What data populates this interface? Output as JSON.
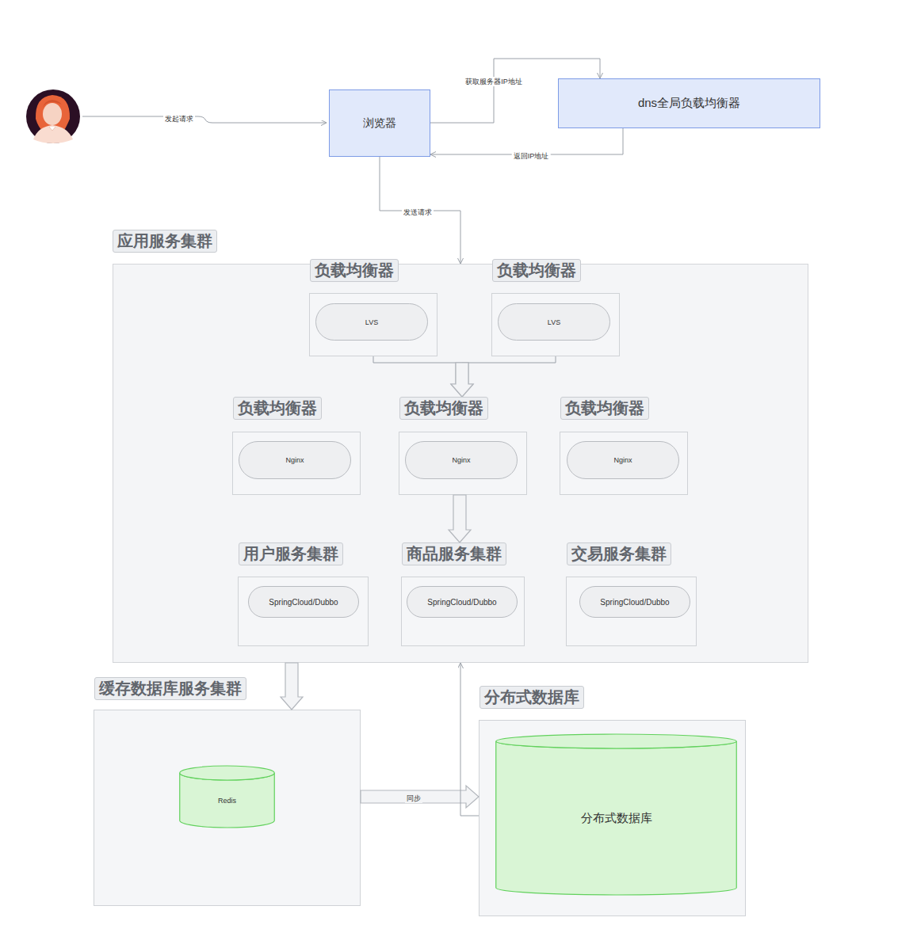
{
  "diagram": {
    "nodes": [
      {
        "text": [
          "浏览器"
        ]
      },
      {
        "text": [
          "dns全局负载均衡器"
        ]
      },
      {
        "text": [
          "应用服务集群"
        ]
      },
      {
        "text": [
          "负载均衡器"
        ],
        "in": 2
      },
      {
        "text": [
          "LVS"
        ],
        "in": 3
      },
      {
        "text": [
          "负载均衡器"
        ],
        "in": 2
      },
      {
        "text": [
          "LVS"
        ],
        "in": 5
      },
      {
        "text": [
          "负载均衡器"
        ],
        "in": 2
      },
      {
        "text": [
          "Nginx"
        ],
        "in": 7
      },
      {
        "text": [
          "负载均衡器"
        ],
        "in": 2
      },
      {
        "text": [
          "Nginx"
        ],
        "in": 9
      },
      {
        "text": [
          "负载均衡器"
        ],
        "in": 2
      },
      {
        "text": [
          "Nginx"
        ],
        "in": 11
      },
      {
        "text": [
          "用户服务集群"
        ],
        "in": 2
      },
      {
        "text": [
          "SpringCloud/Dubbo"
        ],
        "in": 13
      },
      {
        "text": [
          "商品服务集群"
        ],
        "in": 2
      },
      {
        "text": [
          "SpringCloud/Dubbo"
        ],
        "in": 15
      },
      {
        "text": [
          "交易服务集群"
        ],
        "in": 2
      },
      {
        "text": [
          "SpringCloud/Dubbo"
        ],
        "in": 17
      },
      {
        "text": [
          "缓存数据库服务集群"
        ]
      },
      {
        "text": [
          "Redis"
        ],
        "in": 19
      },
      {
        "text": [
          "分布式数据库"
        ]
      },
      {
        "text": [
          "分布式数据库"
        ],
        "in": 21
      }
    ],
    "edges": [
      {
        "from": 0,
        "to": 1,
        "label": "获取服务器IP地址",
        "arrow": "to"
      },
      {
        "from": 1,
        "to": 0,
        "label": "返回IP地址",
        "arrow": "to"
      },
      {
        "from": 0,
        "to": 2,
        "label": "发送请求",
        "arrow": "to"
      },
      {
        "from": 3,
        "to": 9,
        "arrow": "to"
      },
      {
        "from": 5,
        "to": 9,
        "arrow": "to"
      },
      {
        "from": 9,
        "to": 15,
        "arrow": "to"
      },
      {
        "from": 2,
        "to": 19,
        "arrow": "to"
      },
      {
        "from": 19,
        "to": 21,
        "label": "同步",
        "arrow": "to"
      },
      {
        "from": 21,
        "to": 2,
        "arrow": "to"
      }
    ],
    "labels": [
      "发起请求"
    ]
  }
}
